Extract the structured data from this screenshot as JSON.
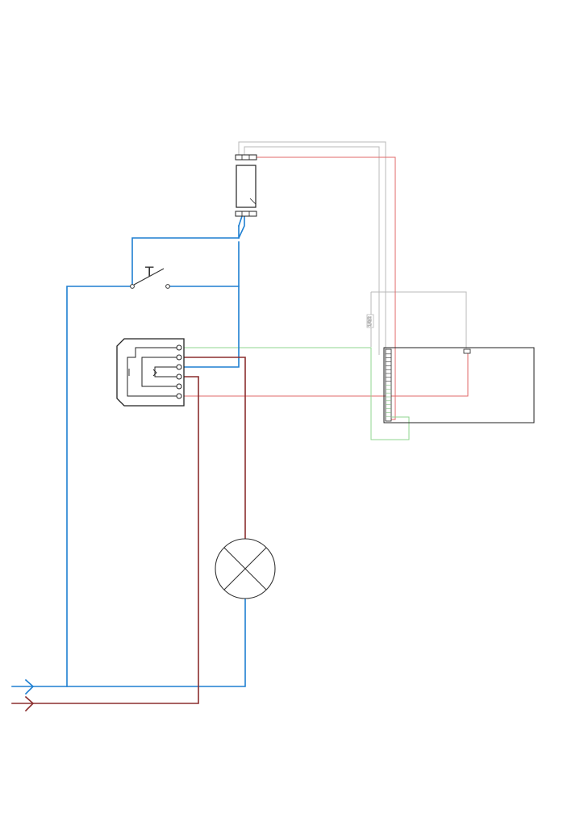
{
  "diagram": {
    "switch_label": "T",
    "terminal_tag": "1/0/2",
    "colors": {
      "phase_live": "#1e7fd1",
      "neutral": "#8b2e2e",
      "signal_green": "#8fd48f",
      "signal_red": "#e06a6a",
      "aux_gray": "#b8b8b8",
      "component_outline": "#222222"
    },
    "components": [
      {
        "id": "protection-device",
        "kind": "din-module"
      },
      {
        "id": "push-switch",
        "kind": "switch",
        "label_ref": "switch_label"
      },
      {
        "id": "relay-module",
        "kind": "relay",
        "terminals": 6
      },
      {
        "id": "lamp",
        "kind": "lamp"
      },
      {
        "id": "controller-board",
        "kind": "terminal-block"
      },
      {
        "id": "mains-input",
        "kind": "supply",
        "conductors": 2
      }
    ]
  }
}
